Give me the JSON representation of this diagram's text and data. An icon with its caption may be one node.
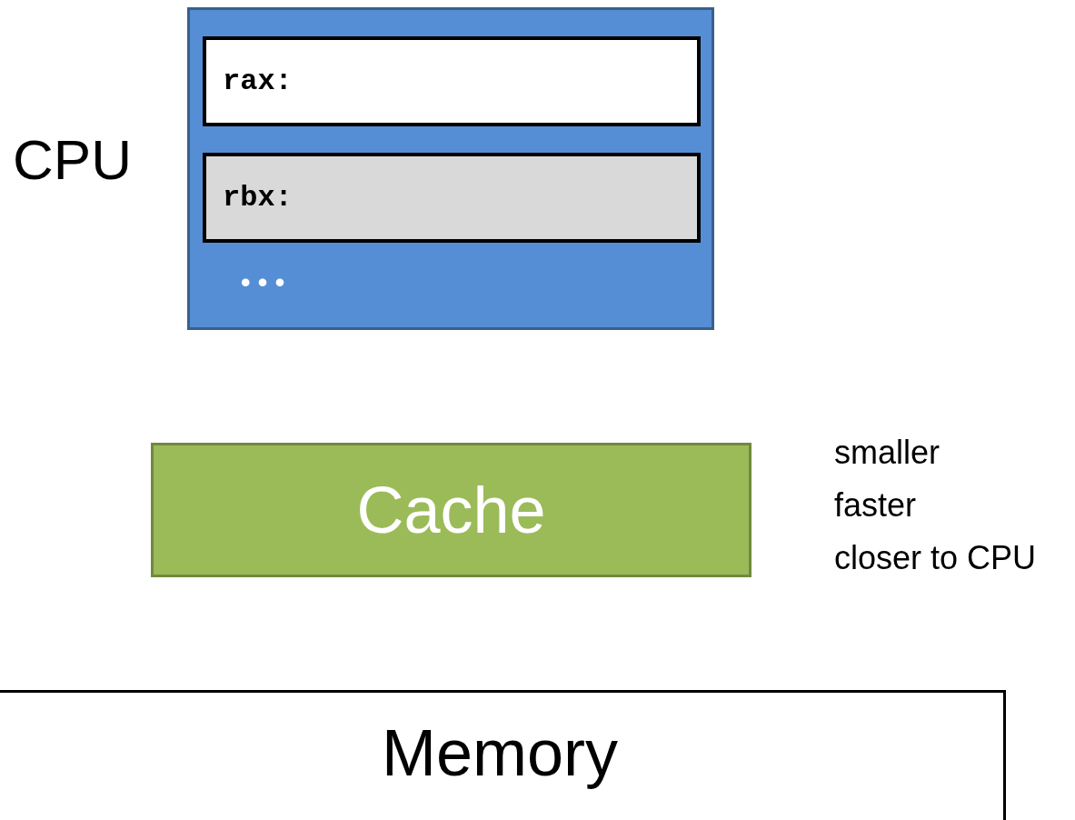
{
  "diagram": {
    "nodes": [
      {
        "text": [
          "• • •"
        ],
        "beside": [
          "CPU"
        ]
      },
      {
        "text": [
          "rax:"
        ],
        "in": 0
      },
      {
        "text": [
          "rbx:"
        ],
        "in": 0
      },
      {
        "text": [
          "Cache"
        ]
      },
      {
        "text": [
          "Memory"
        ]
      }
    ],
    "labels": [
      "smaller",
      "faster",
      "closer to CPU"
    ]
  }
}
